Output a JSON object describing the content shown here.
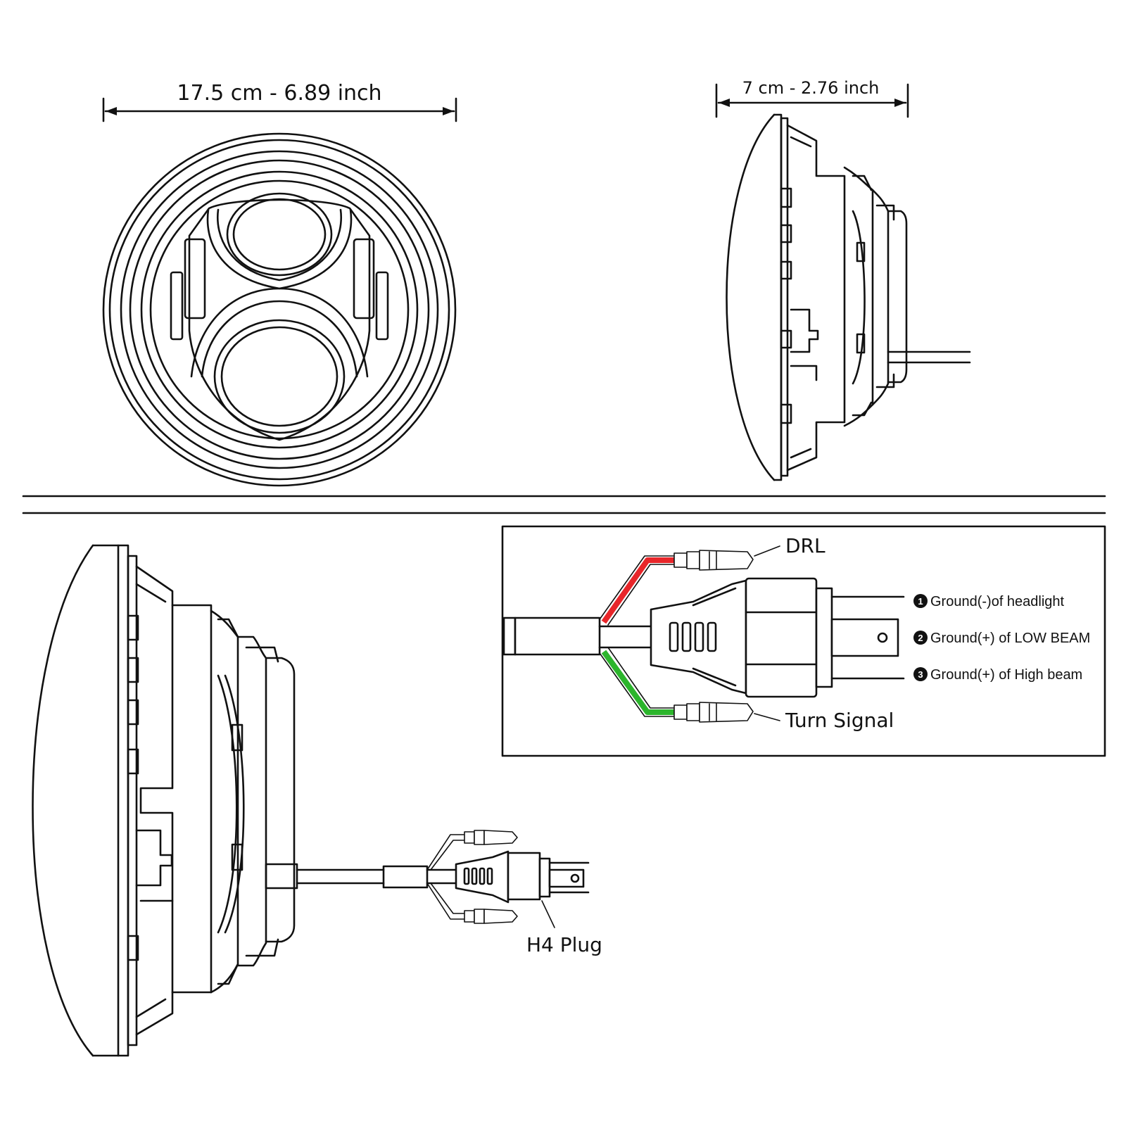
{
  "dimensions": {
    "width": "17.5 cm - 6.89 inch",
    "depth": "7 cm - 2.76 inch"
  },
  "wire_labels": {
    "drl": "DRL",
    "turn_signal": "Turn Signal",
    "plug": "H4 Plug"
  },
  "pin_legend": [
    {
      "num": "1",
      "text": "Ground(-)of headlight"
    },
    {
      "num": "2",
      "text": "Ground(+) of LOW BEAM"
    },
    {
      "num": "3",
      "text": "Ground(+) of High beam"
    }
  ],
  "colors": {
    "drl_wire": "#e8262a",
    "turn_signal_wire": "#2db52d",
    "line": "#111111"
  }
}
